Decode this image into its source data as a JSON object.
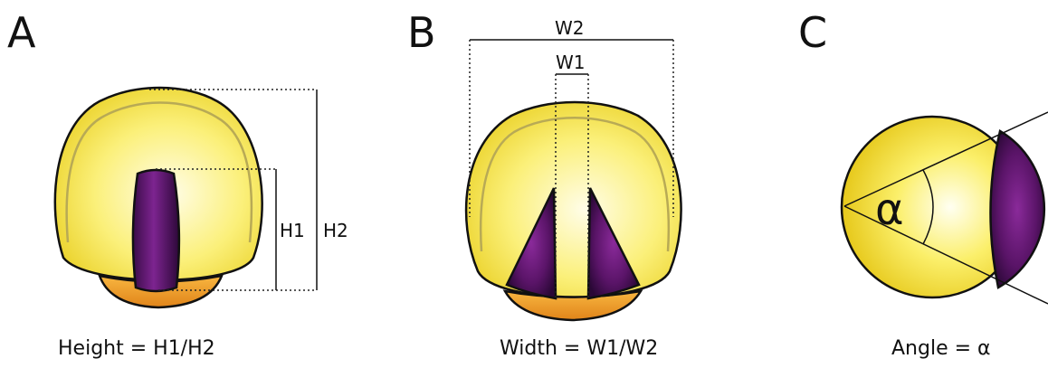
{
  "panels": [
    {
      "letter": "A",
      "labels": {
        "h1": "H1",
        "h2": "H2"
      },
      "caption": "Height = H1/H2"
    },
    {
      "letter": "B",
      "labels": {
        "w1": "W1",
        "w2": "W2"
      },
      "caption": "Width = W1/W2"
    },
    {
      "letter": "C",
      "labels": {
        "angle_symbol": "α"
      },
      "caption": "Angle = α"
    }
  ],
  "colors": {
    "body_light": "#fffde0",
    "body_yellow": "#f7e83a",
    "body_edge": "#e3c41d",
    "base_orange": "#f29b20",
    "purple_light": "#7a1e8a",
    "purple_dark": "#2c0a3a",
    "inner_line": "#b8aa55"
  }
}
